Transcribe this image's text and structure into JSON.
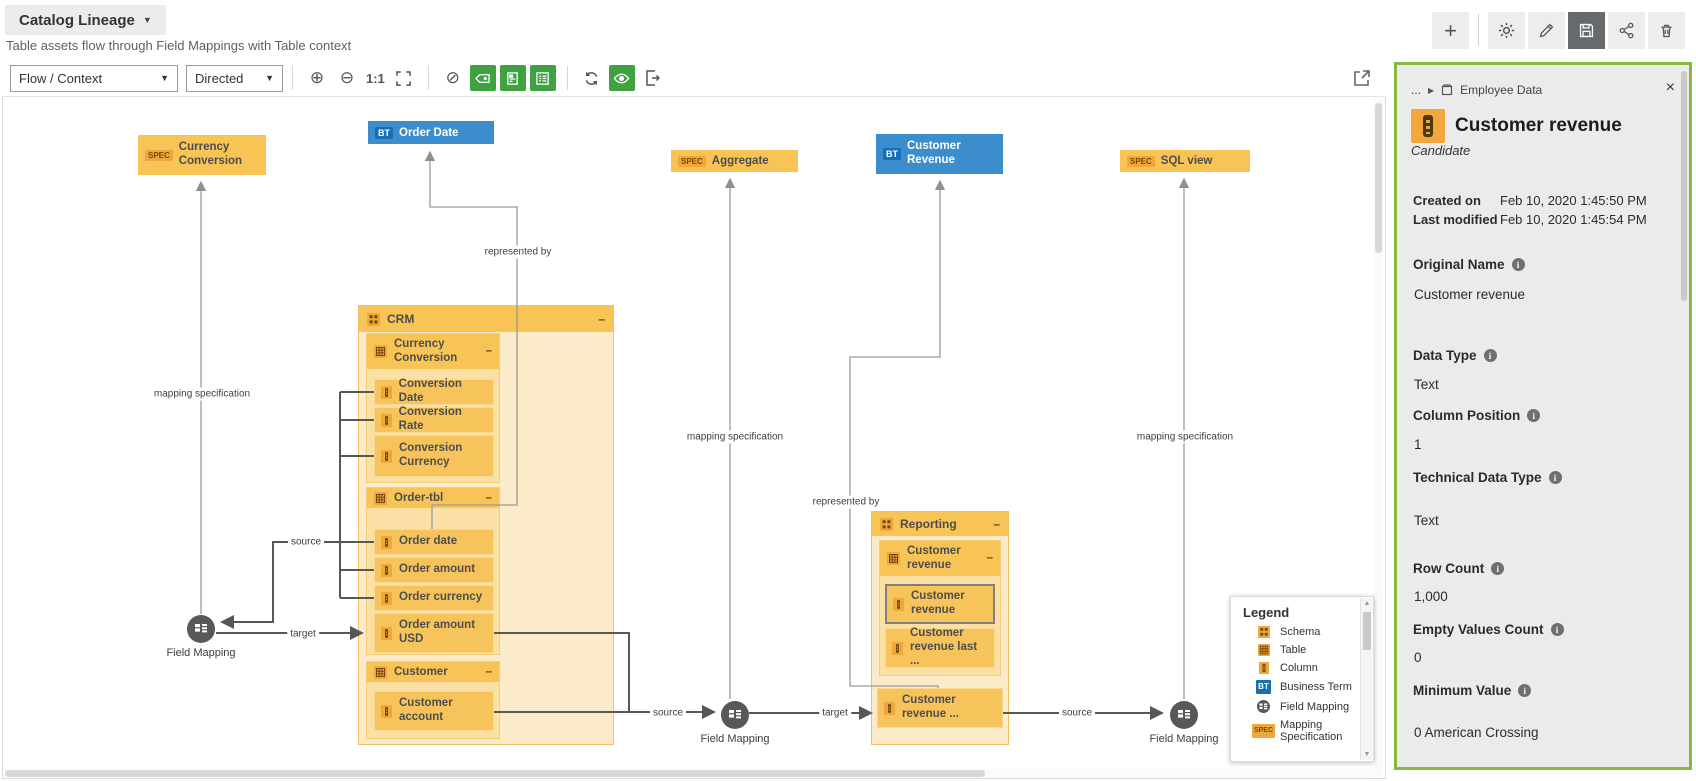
{
  "header": {
    "title": "Catalog Lineage",
    "subtitle": "Table assets flow through Field Mappings with Table context"
  },
  "top_actions": {
    "add": "+"
  },
  "toolbar": {
    "view_mode": "Flow / Context",
    "layout": "Directed",
    "zoom_actual": "1:1"
  },
  "diagram": {
    "edge_labels": {
      "mapping_specification": "mapping specification",
      "represented_by": "represented by",
      "source": "source",
      "target": "target"
    },
    "field_mapping_label": "Field Mapping",
    "nodes": {
      "currency_conversion_spec": {
        "badge": "SPEC",
        "label": "Currency Conversion"
      },
      "order_date_bt": {
        "badge": "BT",
        "label": "Order Date"
      },
      "aggregate_spec": {
        "badge": "SPEC",
        "label": "Aggregate"
      },
      "customer_revenue_bt": {
        "badge": "BT",
        "label": "Customer Revenue"
      },
      "sql_view_spec": {
        "badge": "SPEC",
        "label": "SQL view"
      },
      "crm_schema": {
        "label": "CRM",
        "collapse": "–",
        "tables": [
          {
            "label": "Currency Conversion",
            "collapse": "–",
            "columns": [
              "Conversion Date",
              "Conversion Rate",
              "Conversion Currency"
            ]
          },
          {
            "label": "Order-tbl",
            "collapse": "–",
            "columns": [
              "Order date",
              "Order amount",
              "Order currency",
              "Order amount USD"
            ]
          },
          {
            "label": "Customer",
            "collapse": "–",
            "columns": [
              "Customer account"
            ]
          }
        ]
      },
      "reporting_schema": {
        "label": "Reporting",
        "collapse": "–",
        "tables": [
          {
            "label": "Customer revenue",
            "collapse": "–",
            "columns": [
              "Customer revenue",
              "Customer revenue last ...",
              "Customer revenue ..."
            ]
          }
        ]
      }
    }
  },
  "legend": {
    "title": "Legend",
    "items": [
      "Schema",
      "Table",
      "Column",
      "Business Term",
      "Field Mapping",
      "Mapping Specification"
    ],
    "badge_bt": "BT",
    "badge_spec": "SPEC"
  },
  "panel": {
    "breadcrumb": {
      "ellipsis": "...",
      "domain": "Employee Data"
    },
    "close": "×",
    "title": "Customer revenue",
    "status": "Candidate",
    "meta": [
      {
        "label": "Created on",
        "value": "Feb 10, 2020 1:45:50 PM"
      },
      {
        "label": "Last modified",
        "value": "Feb 10, 2020 1:45:54 PM"
      }
    ],
    "fields": [
      {
        "label": "Original Name",
        "value": "Customer revenue"
      },
      {
        "label": "Data Type",
        "value": "Text"
      },
      {
        "label": "Column Position",
        "value": "1"
      },
      {
        "label": "Technical Data Type",
        "value": "Text"
      },
      {
        "label": "Row Count",
        "value": "1,000"
      },
      {
        "label": "Empty Values Count",
        "value": "0"
      },
      {
        "label": "Minimum Value",
        "value": "0 American Crossing"
      }
    ]
  },
  "colors": {
    "accent_green": "#3fa142",
    "panel_border_green": "#86b93e",
    "node_orange": "#f7c455",
    "badge_orange": "#efa63c",
    "node_blue": "#3c8dcb",
    "badge_blue": "#176fb7",
    "field_mapping_circle": "#585858"
  }
}
